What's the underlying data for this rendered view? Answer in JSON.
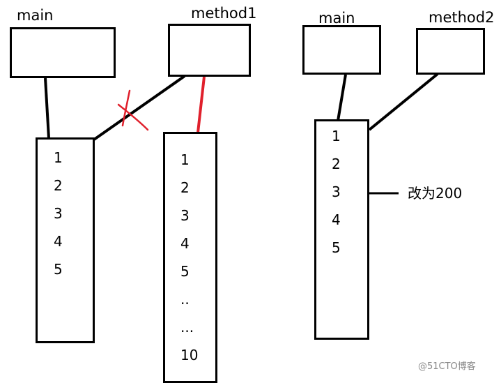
{
  "left_diagram": {
    "main_label": "main",
    "method1_label": "method1",
    "array1_items": [
      "1",
      "2",
      "3",
      "4",
      "5"
    ],
    "array2_items": [
      "1",
      "2",
      "3",
      "4",
      "5",
      "..",
      "...",
      "10"
    ]
  },
  "right_diagram": {
    "main_label": "main",
    "method2_label": "method2",
    "array_items": [
      "1",
      "2",
      "3",
      "4",
      "5"
    ],
    "annotation": "改为200"
  },
  "watermark": "@51CTO博客",
  "colors": {
    "line": "#000000",
    "highlight": "#e0202c"
  }
}
